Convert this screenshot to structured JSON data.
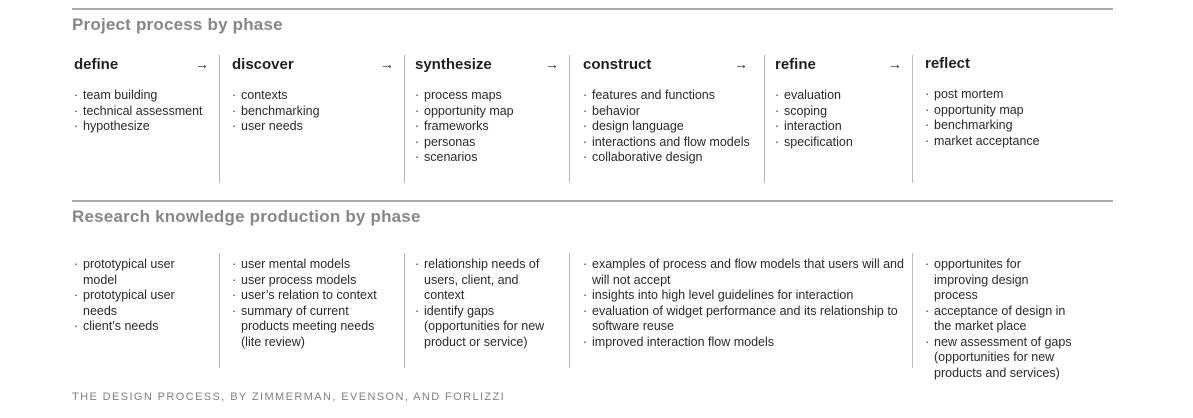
{
  "process": {
    "title": "Project process by phase",
    "arrow": "→",
    "columns": [
      {
        "label": "define",
        "items": [
          "team building",
          "technical assessment",
          "hypothesize"
        ]
      },
      {
        "label": "discover",
        "items": [
          "contexts",
          "benchmarking",
          "user needs"
        ]
      },
      {
        "label": "synthesize",
        "items": [
          "process maps",
          "opportunity map",
          "frameworks",
          "personas",
          "scenarios"
        ]
      },
      {
        "label": "construct",
        "items": [
          "features and functions",
          "behavior",
          "design language",
          "interactions and flow models",
          "collaborative design"
        ]
      },
      {
        "label": "refine",
        "items": [
          "evaluation",
          "scoping",
          "interaction",
          "specification"
        ]
      },
      {
        "label": "reflect",
        "items": [
          "post mortem",
          "opportunity map",
          "benchmarking",
          "market acceptance"
        ]
      }
    ]
  },
  "research": {
    "title": "Research knowledge production by phase",
    "columns": [
      {
        "items": [
          "prototypical user model",
          "prototypical user needs",
          "client’s needs"
        ]
      },
      {
        "items": [
          "user mental models",
          "user process models",
          "user’s relation to context",
          "summary of current products meeting needs (lite review)"
        ]
      },
      {
        "items": [
          "relationship needs of users, client, and context",
          "identify gaps (opportunities for new product or service)"
        ]
      },
      {
        "items": [
          "examples of process and flow models that users will and will not accept",
          "insights into high level guidelines for interaction",
          "evaluation of widget performance and its relationship to software reuse",
          "improved interaction flow models"
        ]
      },
      {
        "items": [
          "opportunites for improving design process",
          "acceptance of design in the market place",
          "new assessment of gaps (opportunities for new products and services)"
        ]
      }
    ]
  },
  "footer": {
    "caption": "THE DESIGN PROCESS, BY ZIMMERMAN, EVENSON, AND FORLIZZI"
  },
  "colors": {
    "title_gray": "#85878a",
    "rule_gray": "#a9abae",
    "divider_gray": "#b7b8ba",
    "heading_dark": "#231f20",
    "body_dark": "#2b2828",
    "footer_gray": "#7e8083"
  }
}
